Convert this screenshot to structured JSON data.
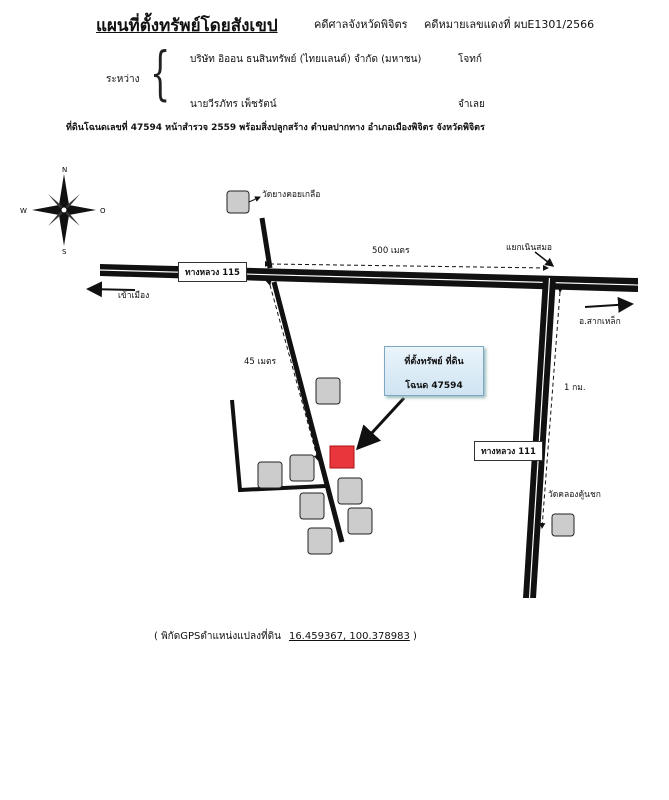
{
  "header": {
    "title": "แผนที่ตั้งทรัพย์โดยสังเขป",
    "court": "คดีศาลจังหวัดพิจิตร",
    "case_number": "คดีหมายเลขแดงที่  ผบE1301/2566"
  },
  "parties": {
    "between_label": "ระหว่าง",
    "plaintiff": "บริษัท อิออน ธนสินทรัพย์ (ไทยแลนด์) จำกัด (มหาชน)",
    "plaintiff_role": "โจทก์",
    "defendant": "นายวีรภัทร เพ็ชรัตน์",
    "defendant_role": "จำเลย"
  },
  "land_description": "ที่ดินโฉนดเลขที่ 47594 หน้าสำรวจ 2559 พร้อมสิ่งปลูกสร้าง ตำบลปากทาง อำเภอเมืองพิจิตร จังหวัดพิจิตร",
  "compass": {
    "n": "N",
    "s": "S",
    "w": "W",
    "e": "O"
  },
  "map": {
    "temple_top": "วัดยางคอยเกลือ",
    "distance_500": "500 เมตร",
    "junction": "แยกเนินสมอ",
    "road_115": "ทางหลวง 115",
    "to_city": "เข้าเมือง",
    "to_sak_lek": "อ.สากเหล็ก",
    "distance_45": "45  เมตร",
    "property_line1": "ที่ตั้งทรัพย์ ที่ดิน",
    "property_line2": "โฉนด 47594",
    "distance_1km": "1 กม.",
    "road_111": "ทางหลวง 111",
    "temple_right": "วัดคลองคู้นชก",
    "property_color": "#e8363c"
  },
  "gps": {
    "label": "( พิกัดGPSตำแหน่งแปลงที่ดิน",
    "coordinates": "16.459367, 100.378983",
    "close": ")"
  }
}
